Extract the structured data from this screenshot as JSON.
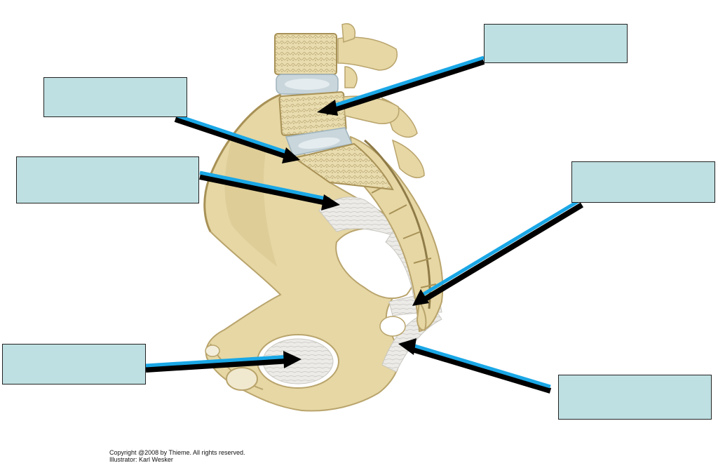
{
  "figure": {
    "background": "#ffffff",
    "bone_color": "#e8d9a8",
    "bone_shadow": "#cbb87f",
    "ligament_color": "#eceae6",
    "disc_color": "#c9d6dc",
    "arrow_color": "#1aa7e6",
    "arrow_shadow": "#000000",
    "label_box_fill": "#bfe0e2",
    "label_boxes": [
      {
        "id": "box-upper-right",
        "text": ""
      },
      {
        "id": "box-upper-left",
        "text": ""
      },
      {
        "id": "box-middle-left",
        "text": ""
      },
      {
        "id": "box-middle-right",
        "text": ""
      },
      {
        "id": "box-lower-left",
        "text": ""
      },
      {
        "id": "box-lower-right",
        "text": ""
      }
    ]
  },
  "credit": {
    "copyright": "Copyright @2008 by Thieme. All rights reserved.",
    "illustrator": "Illustrator: Karl Wesker"
  }
}
